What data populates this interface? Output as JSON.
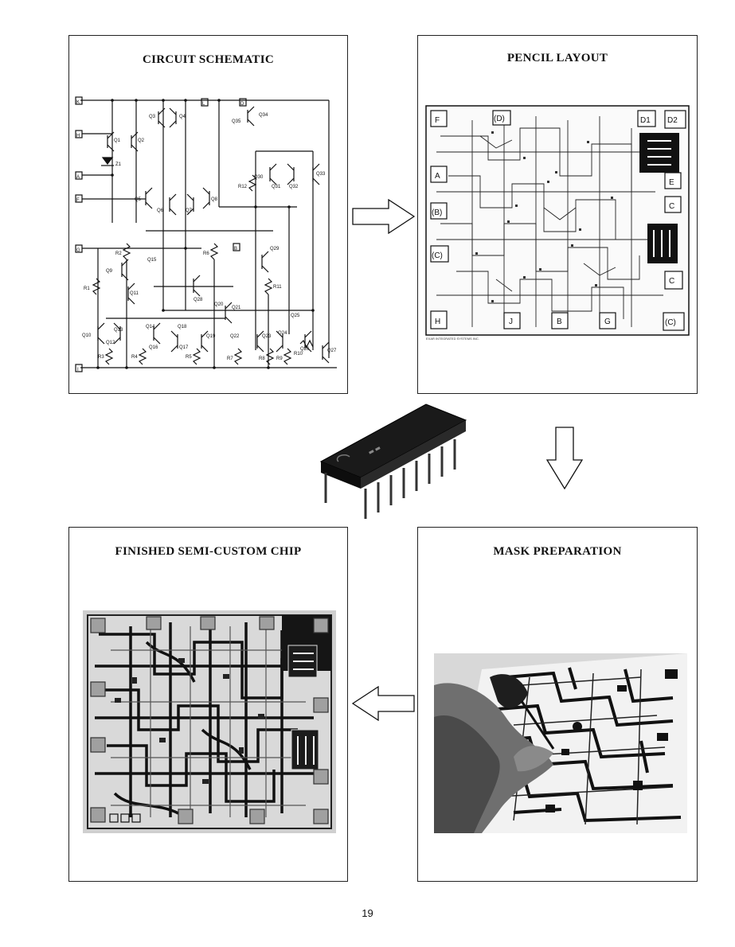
{
  "panels": {
    "schematic": {
      "title": "CIRCUIT SCHEMATIC",
      "pins": [
        "K",
        "H",
        "A",
        "F",
        "G",
        "I",
        "L",
        "D",
        "B"
      ],
      "transistors": [
        "Q1",
        "Q2",
        "Q3",
        "Q4",
        "Q5",
        "Q6",
        "Q7",
        "Q8",
        "Q9",
        "Q10",
        "Q11",
        "Q12",
        "Q13",
        "Q14",
        "Q15",
        "Q16",
        "Q17",
        "Q18",
        "Q19",
        "Q20",
        "Q21",
        "Q22",
        "Q23",
        "Q24",
        "Q25",
        "Q26",
        "Q27",
        "Q28",
        "Q29",
        "Q30",
        "Q31",
        "Q32",
        "Q33",
        "Q34",
        "Q35"
      ],
      "resistors": [
        "R1",
        "R2",
        "R3",
        "R4",
        "R5",
        "R6",
        "R7",
        "R8",
        "R9",
        "R10",
        "R11",
        "R12"
      ],
      "diode": "Z1"
    },
    "layout": {
      "title": "PENCIL LAYOUT",
      "pads": [
        "F",
        "(D)",
        "D1",
        "D2",
        "A",
        "E",
        "(B)",
        "C",
        "(C)",
        "C",
        "H",
        "J",
        "B",
        "G",
        "(C)"
      ],
      "footer": "EXAR INTEGRATED SYSTEMS INC."
    },
    "finished": {
      "title": "FINISHED SEMI-CUSTOM CHIP"
    },
    "mask": {
      "title": "MASK PREPARATION"
    }
  },
  "page_number": "19"
}
